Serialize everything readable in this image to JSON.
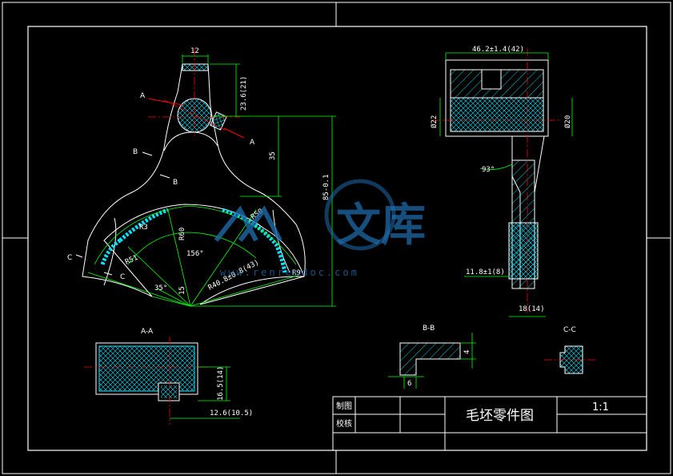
{
  "title_block": {
    "drawing_title": "毛坯零件图",
    "scale": "1:1",
    "row1_label": "制图",
    "row2_label": "校核"
  },
  "views": {
    "section_aa_label": "A-A",
    "section_bb_label": "B-B",
    "section_cc_label": "C-C"
  },
  "markers": {
    "a1": "A",
    "a2": "A",
    "b1": "B",
    "b2": "B",
    "c1": "C",
    "c2": "C"
  },
  "dimensions": {
    "d_12": "12",
    "d_23_6": "23.6(21)",
    "d_35": "35",
    "d_85": "85-0.1",
    "d_r3": "R3",
    "d_r50": "R50",
    "d_r51": "R51",
    "d_r9": "R9",
    "d_r40": "R40.8±0.8(43)",
    "d_156": "156°",
    "d_35deg": "35°",
    "d_15": "15",
    "d_r60": "R60",
    "d_46": "46.2±1.4(42)",
    "d_phi22": "Ø22",
    "d_phi20": "Ø20",
    "d_93": "93°",
    "d_11_8": "11.8±1(8)",
    "d_18": "18(14)",
    "d_16_5": "16.5(14)",
    "d_12_6": "12.6(10.5)",
    "d_6": "6",
    "d_4": "4"
  },
  "watermark": {
    "text": "文库",
    "url": "www.renrendoc.com"
  },
  "colors": {
    "background": "#000000",
    "outline": "#ffffff",
    "dimension": "#00ff00",
    "centerline": "#ff0000",
    "hatch": "#00e5ff",
    "watermark": "#1e6aa8"
  }
}
